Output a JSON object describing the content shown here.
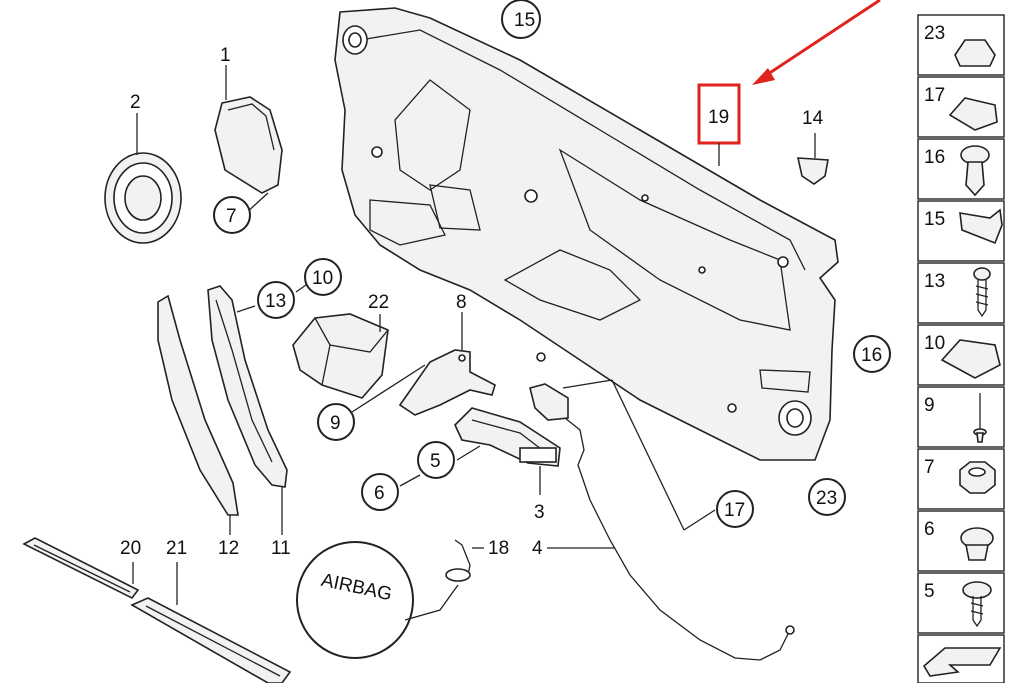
{
  "diagram": {
    "labels": {
      "n1": "1",
      "n2": "2",
      "n3": "3",
      "n4": "4",
      "n5": "5",
      "n6": "6",
      "n7": "7",
      "n8": "8",
      "n9": "9",
      "n10": "10",
      "n11": "11",
      "n12": "12",
      "n13": "13",
      "n14": "14",
      "n15": "15",
      "n16": "16",
      "n17": "17",
      "n18": "18",
      "n19": "19",
      "n20": "20",
      "n21": "21",
      "n22": "22",
      "n23": "23"
    },
    "airbag_text": "AIRBAG",
    "highlight_color": "#e0231c"
  },
  "legend": {
    "items": [
      "23",
      "17",
      "16",
      "15",
      "13",
      "10",
      "9",
      "7",
      "6",
      "5"
    ]
  }
}
